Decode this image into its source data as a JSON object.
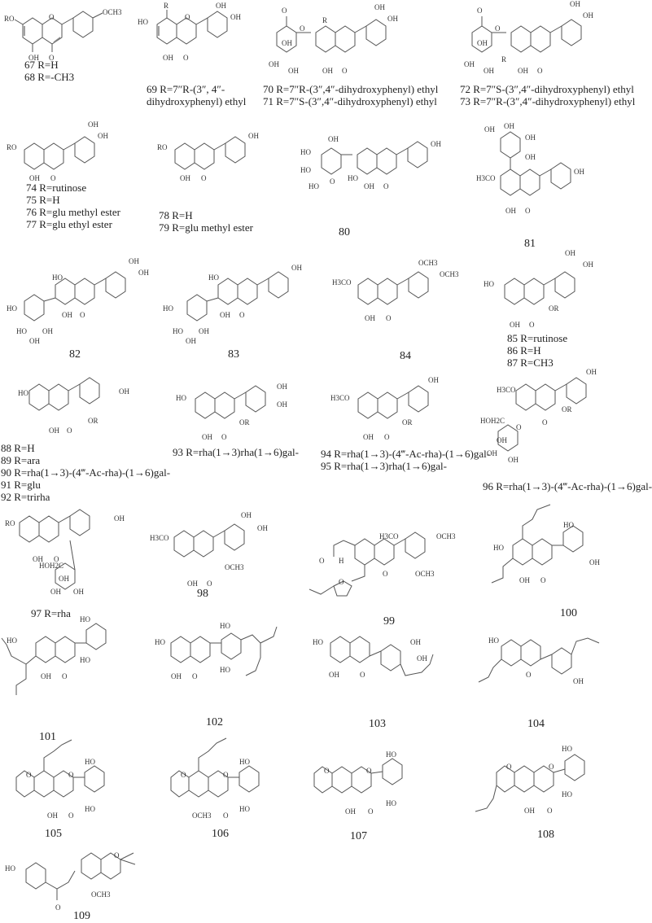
{
  "figure": {
    "type": "chemical-structures",
    "subject": "flavonoids",
    "compounds": [
      {
        "id": "67-68",
        "labels": [
          "67 R=H",
          "68 R=-CH3"
        ],
        "substituents": [
          "RO",
          "OH",
          "O",
          "O",
          "OCH3"
        ]
      },
      {
        "id": "69",
        "labels": [
          "69 R=7″R-(3″, 4″-",
          "dihydroxyphenyl) ethyl"
        ],
        "substituents": [
          "HO",
          "R",
          "OH",
          "O",
          "O",
          "OH",
          "OH"
        ]
      },
      {
        "id": "70-71",
        "labels": [
          "70 R=7″R-(3″,4″-dihydroxyphenyl) ethyl",
          "71 R=7″S-(3″,4″-dihydroxyphenyl) ethyl"
        ],
        "substituents": [
          "O",
          "O",
          "OH",
          "OH",
          "OH",
          "R",
          "OH",
          "O",
          "OH",
          "OH"
        ]
      },
      {
        "id": "72-73",
        "labels": [
          "72 R=7″S-(3″,4″-dihydroxyphenyl) ethyl",
          "73 R=7″R-(3″,4″-dihydroxyphenyl) ethyl"
        ],
        "substituents": [
          "O",
          "O",
          "OH",
          "OH",
          "OH",
          "R",
          "OH",
          "O",
          "OH",
          "OH"
        ]
      },
      {
        "id": "74-77",
        "labels": [
          "74 R=rutinose",
          "75 R=H",
          "76 R=glu methyl ester",
          "77 R=glu ethyl ester"
        ],
        "substituents": [
          "RO",
          "OH",
          "O",
          "OH",
          "OH"
        ]
      },
      {
        "id": "78-79",
        "labels": [
          "78 R=H",
          "79 R=glu methyl ester"
        ],
        "substituents": [
          "RO",
          "OH",
          "O",
          "OH"
        ]
      },
      {
        "id": "80",
        "labels": [
          "80"
        ],
        "substituents": [
          "HO",
          "HO",
          "HO",
          "OH",
          "O",
          "HO",
          "OH",
          "O",
          "OH"
        ]
      },
      {
        "id": "81",
        "labels": [
          "81"
        ],
        "substituents": [
          "OH",
          "OH",
          "OH",
          "OH",
          "H3CO",
          "OH",
          "O",
          "OH"
        ]
      },
      {
        "id": "82",
        "labels": [
          "82"
        ],
        "substituents": [
          "HO",
          "HO",
          "HO",
          "OH",
          "OH",
          "OH",
          "O",
          "OH",
          "OH"
        ]
      },
      {
        "id": "83",
        "labels": [
          "83"
        ],
        "substituents": [
          "HO",
          "HO",
          "HO",
          "OH",
          "OH",
          "OH",
          "O",
          "OH"
        ]
      },
      {
        "id": "84",
        "labels": [
          "84"
        ],
        "substituents": [
          "H3CO",
          "OH",
          "O",
          "OCH3",
          "OCH3"
        ]
      },
      {
        "id": "85-87",
        "labels": [
          "85 R=rutinose",
          "86 R=H",
          "87 R=CH3"
        ],
        "substituents": [
          "HO",
          "OH",
          "O",
          "OR",
          "OH",
          "OH"
        ]
      },
      {
        "id": "88-92",
        "labels": [
          "88 R=H",
          "89 R=ara",
          "90 R=rha(1→3)-(4‴-Ac-rha)-(1→6)gal-",
          "91 R=glu",
          "92 R=trirha"
        ],
        "substituents": [
          "HO",
          "OH",
          "O",
          "OR",
          "OH"
        ]
      },
      {
        "id": "93",
        "labels": [
          "93 R=rha(1→3)rha(1→6)gal-"
        ],
        "substituents": [
          "HO",
          "OH",
          "O",
          "OR",
          "OH",
          "OH"
        ]
      },
      {
        "id": "94-95",
        "labels": [
          "94 R=rha(1→3)-(4‴-Ac-rha)-(1→6)gal-",
          "95 R=rha(1→3)rha(1→6)gal-"
        ],
        "substituents": [
          "H3CO",
          "OH",
          "O",
          "OR",
          "OH"
        ]
      },
      {
        "id": "96",
        "labels": [
          "96 R=rha(1→3)-(4‴-Ac-rha)-(1→6)gal-"
        ],
        "substituents": [
          "H3CO",
          "HOH2C",
          "O",
          "OH",
          "OH",
          "OH",
          "O",
          "OR",
          "OH"
        ]
      },
      {
        "id": "97",
        "labels": [
          "97 R=rha"
        ],
        "substituents": [
          "RO",
          "OH",
          "O",
          "HOH2C",
          "OH",
          "OH",
          "OH",
          "OH"
        ]
      },
      {
        "id": "98",
        "labels": [
          "98"
        ],
        "substituents": [
          "H3CO",
          "OH",
          "O",
          "OCH3",
          "OH",
          "OH"
        ]
      },
      {
        "id": "99",
        "labels": [
          "99"
        ],
        "substituents": [
          "O",
          "H",
          "O",
          "O",
          "H3CO",
          "OCH3",
          "OCH3"
        ]
      },
      {
        "id": "100",
        "labels": [
          "100"
        ],
        "substituents": [
          "HO",
          "OH",
          "O",
          "HO",
          "OH"
        ]
      },
      {
        "id": "101",
        "labels": [
          "101"
        ],
        "substituents": [
          "HO",
          "OH",
          "O",
          "HO",
          "HO"
        ]
      },
      {
        "id": "102",
        "labels": [
          "102"
        ],
        "substituents": [
          "HO",
          "OH",
          "O",
          "HO",
          "HO"
        ]
      },
      {
        "id": "103",
        "labels": [
          "103"
        ],
        "substituents": [
          "HO",
          "OH",
          "O",
          "OH",
          "OH"
        ]
      },
      {
        "id": "104",
        "labels": [
          "104"
        ],
        "substituents": [
          "HO",
          "O",
          "OH"
        ]
      },
      {
        "id": "105",
        "labels": [
          "105"
        ],
        "substituents": [
          "O",
          "O",
          "OH",
          "O",
          "HO",
          "HO"
        ]
      },
      {
        "id": "106",
        "labels": [
          "106"
        ],
        "substituents": [
          "O",
          "O",
          "OCH3",
          "O",
          "HO",
          "HO"
        ]
      },
      {
        "id": "107",
        "labels": [
          "107"
        ],
        "substituents": [
          "O",
          "O",
          "OH",
          "O",
          "HO",
          "HO"
        ]
      },
      {
        "id": "108",
        "labels": [
          "108"
        ],
        "substituents": [
          "O",
          "O",
          "OH",
          "O",
          "HO",
          "HO"
        ]
      },
      {
        "id": "109",
        "labels": [
          "109"
        ],
        "substituents": [
          "HO",
          "O",
          "O",
          "OCH3"
        ]
      }
    ]
  },
  "colors": {
    "bond": "#555555",
    "text": "#222222",
    "background": "#ffffff"
  }
}
